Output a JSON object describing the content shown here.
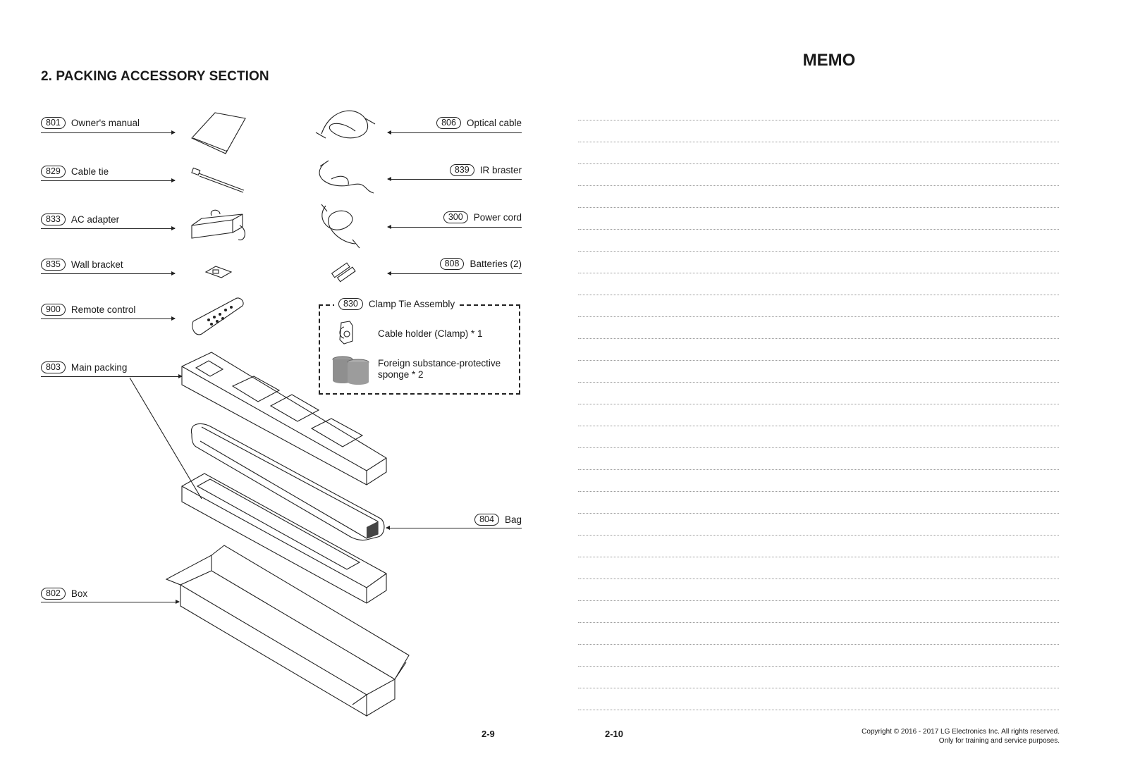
{
  "section_title": "2. PACKING ACCESSORY SECTION",
  "memo_title": "MEMO",
  "left_items": [
    {
      "num": "801",
      "label": "Owner's manual",
      "icon": "manual-icon"
    },
    {
      "num": "829",
      "label": "Cable tie",
      "icon": "cable-tie-icon"
    },
    {
      "num": "833",
      "label": "AC adapter",
      "icon": "ac-adapter-icon"
    },
    {
      "num": "835",
      "label": "Wall bracket",
      "icon": "wall-bracket-icon"
    },
    {
      "num": "900",
      "label": "Remote control",
      "icon": "remote-control-icon"
    },
    {
      "num": "803",
      "label": "Main packing",
      "icon": "main-packing-icon"
    },
    {
      "num": "802",
      "label": "Box",
      "icon": "box-icon"
    }
  ],
  "right_items": [
    {
      "num": "806",
      "label": "Optical cable",
      "icon": "optical-cable-icon"
    },
    {
      "num": "839",
      "label": "IR braster",
      "icon": "ir-blaster-icon"
    },
    {
      "num": "300",
      "label": "Power cord",
      "icon": "power-cord-icon"
    },
    {
      "num": "808",
      "label": "Batteries (2)",
      "icon": "batteries-icon"
    },
    {
      "num": "804",
      "label": "Bag",
      "icon": "bag-icon"
    }
  ],
  "clamp_assembly": {
    "num": "830",
    "title": "Clamp Tie Assembly",
    "item1": "Cable holder (Clamp) * 1",
    "item2_line1": "Foreign substance-protective",
    "item2_line2": "sponge * 2"
  },
  "page_left": "2-9",
  "page_right": "2-10",
  "copyright_line1": "Copyright © 2016 - 2017 LG Electronics Inc. All rights reserved.",
  "copyright_line2": "Only for training and service purposes."
}
